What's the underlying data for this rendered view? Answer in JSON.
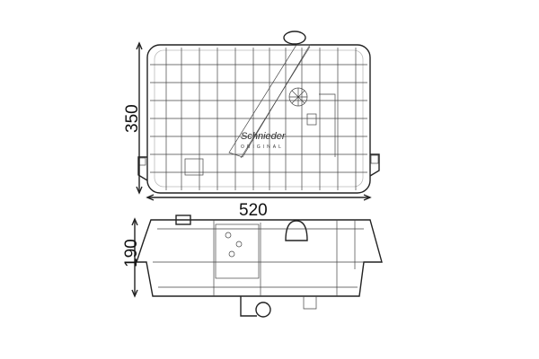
{
  "drawing": {
    "top_view": {
      "height_dimension": "350",
      "width_dimension": "520"
    },
    "side_view": {
      "height_dimension": "190"
    },
    "logo": {
      "brand": "Schnieder",
      "subtitle": "ORIGINAL"
    }
  }
}
